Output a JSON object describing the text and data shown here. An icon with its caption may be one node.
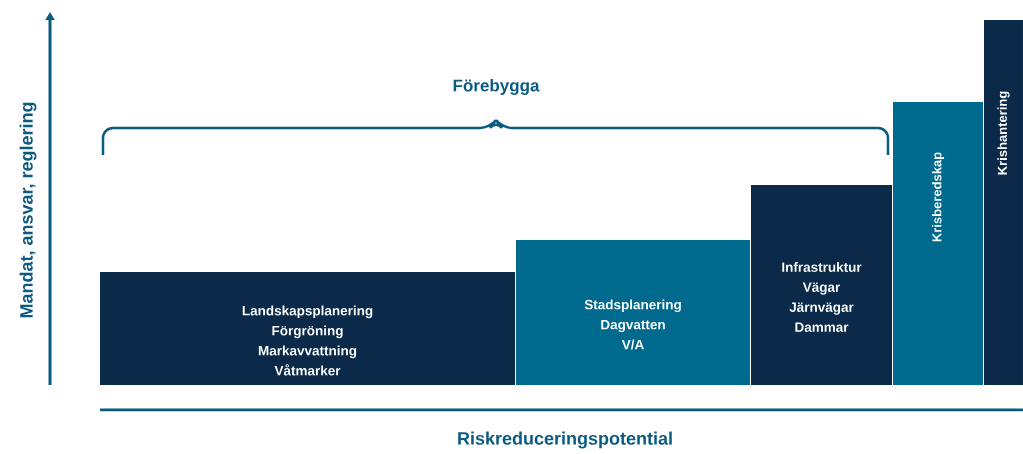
{
  "diagram": {
    "nodes": [
      {
        "text": [
          "Landskapsplanering Förgröning Markavvattning Våtmarker"
        ]
      },
      {
        "text": [
          "Stadsplanering Dagvatten V/A"
        ]
      },
      {
        "text": [
          "Infrastruktur Vägar Järnvägar Dammar"
        ]
      },
      {
        "text": [
          "Krisberedskap"
        ]
      },
      {
        "text": [
          "Krishantering"
        ]
      }
    ],
    "labels": [
      "Förebygga",
      "Mandat, ansvar, reglering",
      "Riskreduceringspotential"
    ]
  }
}
